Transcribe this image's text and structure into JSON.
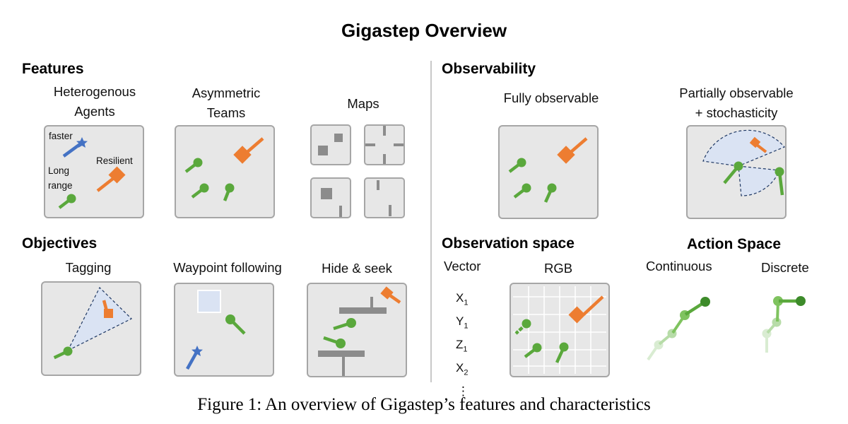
{
  "title": "Gigastep Overview",
  "caption": "Figure 1: An overview of Gigastep’s features and characteristics",
  "colors": {
    "green": "#5aa83c",
    "orange": "#ed7d31",
    "blue": "#4472c4",
    "panel_fill": "#e7e7e7",
    "panel_stroke": "#a6a6a6",
    "cone_fill": "#dae3f3"
  },
  "sections": {
    "features": {
      "heading": "Features",
      "heterogenous": {
        "line1": "Heterogenous",
        "line2": "Agents",
        "faster": "faster",
        "long": "Long",
        "range": "range",
        "resilient": "Resilient"
      },
      "asymmetric": {
        "line1": "Asymmetric",
        "line2": "Teams"
      },
      "maps": {
        "label": "Maps"
      }
    },
    "objectives": {
      "heading": "Objectives",
      "tagging": "Tagging",
      "waypoint": "Waypoint following",
      "hide_seek": "Hide & seek"
    },
    "observability": {
      "heading": "Observability",
      "fully": "Fully observable",
      "partially_line1": "Partially observable",
      "partially_line2": "+ stochasticity"
    },
    "observation_space": {
      "heading": "Observation space",
      "vector": "Vector",
      "rgb": "RGB",
      "vector_entries": [
        {
          "base": "X",
          "sub": "1"
        },
        {
          "base": "Y",
          "sub": "1"
        },
        {
          "base": "Z",
          "sub": "1"
        },
        {
          "base": "X",
          "sub": "2"
        }
      ],
      "ellipsis": "⋮"
    },
    "action_space": {
      "heading": "Action Space",
      "continuous": "Continuous",
      "discrete": "Discrete"
    }
  }
}
